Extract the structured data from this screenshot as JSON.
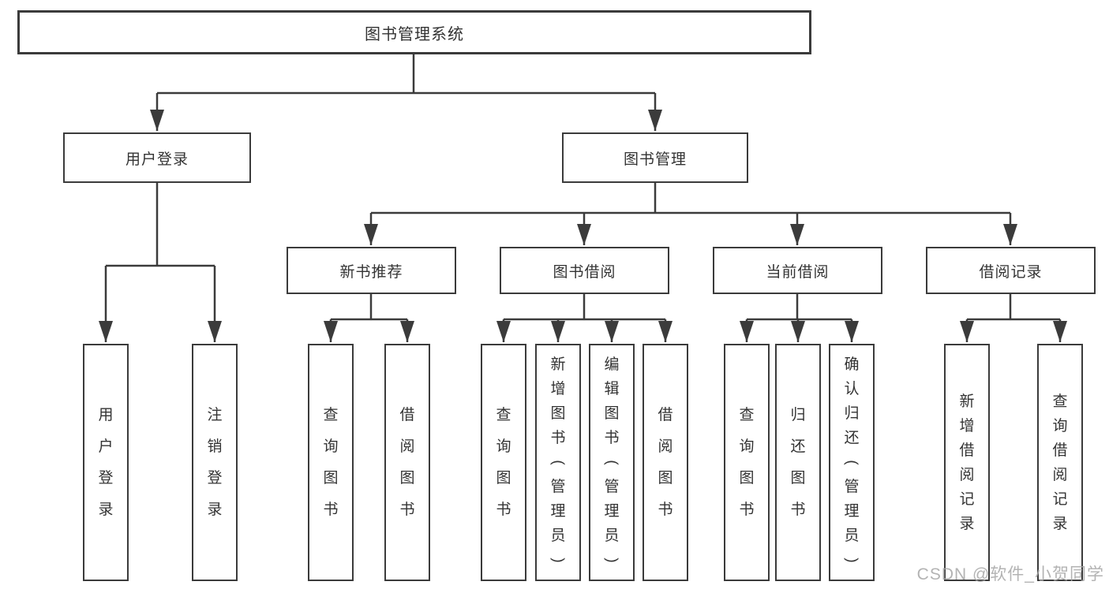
{
  "diagram": {
    "title": "图书管理系统",
    "level2": {
      "user_login": "用户登录",
      "book_management": "图书管理"
    },
    "level3": {
      "new_book_recommend": "新书推荐",
      "book_borrow": "图书借阅",
      "current_borrow": "当前借阅",
      "borrow_records": "借阅记录"
    },
    "leaves": {
      "user_login_leaf": "用户登录",
      "logout": "注销登录",
      "recommend_query_books": "查询图书",
      "recommend_borrow_books": "借阅图书",
      "borrow_query_books": "查询图书",
      "borrow_add_book_admin": "新增图书（管理员）",
      "borrow_edit_book_admin": "编辑图书（管理员）",
      "borrow_borrow_books": "借阅图书",
      "current_query_books": "查询图书",
      "current_return_book": "归还图书",
      "current_confirm_return_admin": "确认归还（管理员）",
      "records_add_record": "新增借阅记录",
      "records_query_record": "查询借阅记录"
    },
    "watermark": "CSDN @软件_小贺同学",
    "colors": {
      "line": "#3b3b3b",
      "text": "#333333",
      "watermark": "#a6a6a6",
      "background": "#ffffff"
    }
  }
}
